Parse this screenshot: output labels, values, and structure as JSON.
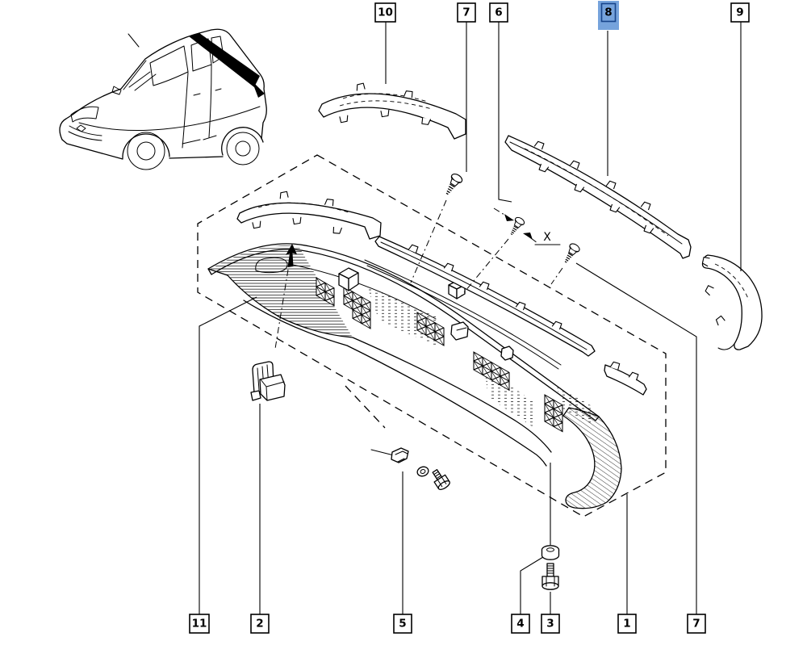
{
  "callouts": {
    "top": [
      {
        "label": "10",
        "highlighted": false
      },
      {
        "label": "7",
        "highlighted": false
      },
      {
        "label": "6",
        "highlighted": false
      },
      {
        "label": "8",
        "highlighted": true
      },
      {
        "label": "9",
        "highlighted": false
      }
    ],
    "bottom": [
      {
        "label": "11",
        "highlighted": false
      },
      {
        "label": "2",
        "highlighted": false
      },
      {
        "label": "5",
        "highlighted": false
      },
      {
        "label": "4",
        "highlighted": false
      },
      {
        "label": "3",
        "highlighted": false
      },
      {
        "label": "1",
        "highlighted": false
      },
      {
        "label": "7",
        "highlighted": false
      }
    ]
  },
  "annotations": {
    "x_label": "X"
  },
  "colors": {
    "line": "#000000",
    "background": "#ffffff",
    "highlight_fill": "#76A3DC",
    "highlight_border": "#17448A",
    "highlight_text": "#14356B"
  }
}
